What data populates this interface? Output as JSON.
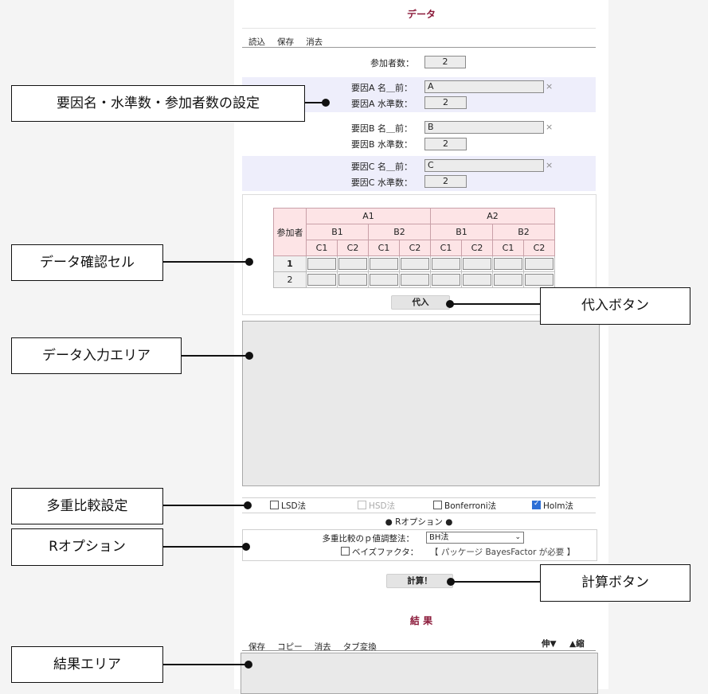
{
  "data_section": {
    "title": "データ",
    "menu": [
      "読込",
      "保存",
      "消去"
    ],
    "participants_label": "参加者数：",
    "participants_value": "2",
    "factor_a": {
      "name_label": "要因A 名＿前：",
      "name_value": "A",
      "levels_label": "要因A 水準数：",
      "levels_value": "2"
    },
    "factor_b": {
      "name_label": "要因B 名＿前：",
      "name_value": "B",
      "levels_label": "要因B 水準数：",
      "levels_value": "2"
    },
    "factor_c": {
      "name_label": "要因C 名＿前：",
      "name_value": "C",
      "levels_label": "要因C 水準数：",
      "levels_value": "2"
    },
    "clear_mark": "×"
  },
  "grid": {
    "corner": "参加者",
    "a_levels": [
      "A1",
      "A2"
    ],
    "b_levels": [
      "B1",
      "B2",
      "B1",
      "B2"
    ],
    "c_levels": [
      "C1",
      "C2",
      "C1",
      "C2",
      "C1",
      "C2",
      "C1",
      "C2"
    ],
    "rows": [
      "1",
      "2"
    ]
  },
  "substitute_button": "代入",
  "multiple_comparison": {
    "options": [
      {
        "label": "LSD法",
        "checked": false,
        "disabled": false
      },
      {
        "label": "HSD法",
        "checked": false,
        "disabled": true
      },
      {
        "label": "Bonferroni法",
        "checked": false,
        "disabled": false
      },
      {
        "label": "Holm法",
        "checked": true,
        "disabled": false
      }
    ]
  },
  "r_options": {
    "header": "● Rオプション ●",
    "p_adjust_label": "多重比較のｐ値調整法：",
    "p_adjust_value": "BH法",
    "bayes_label": "ベイズファクタ：",
    "bayes_note": "【 パッケージ BayesFactor が必要 】"
  },
  "calc_button": "計算！",
  "results_section": {
    "title": "結 果",
    "menu": [
      "保存",
      "コピー",
      "消去",
      "タブ変換"
    ],
    "expand": "伸▼",
    "shrink": "▲縮"
  },
  "callouts": {
    "factor_settings": "要因名・水準数・参加者数の設定",
    "data_check_cells": "データ確認セル",
    "substitute_button": "代入ボタン",
    "data_input_area": "データ入力エリア",
    "multiple_comparison": "多重比較設定",
    "r_option": "Rオプション",
    "calc_button": "計算ボタン",
    "result_area": "結果エリア"
  }
}
